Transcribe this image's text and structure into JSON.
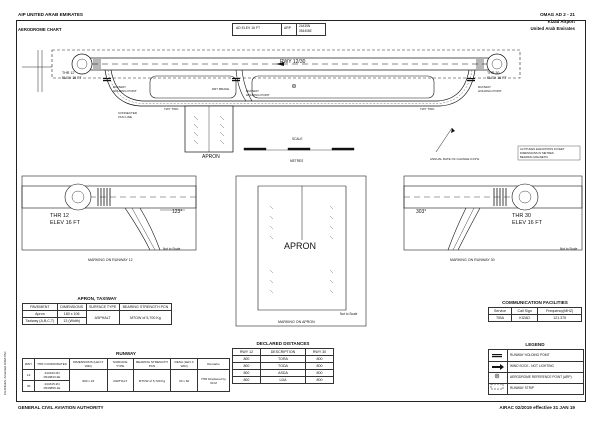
{
  "header": {
    "left_title": "AIP UNITED ARAB EMIRATES",
    "right_code": "OMAG  AD  2 - 21",
    "chart_title": "AERODROME CHART",
    "airport": "Kizad Airport",
    "country": "United Arab Emirates",
    "elev_box": {
      "label": "AD ELEV 16 FT",
      "arp_label": "ARP",
      "arp_coords": [
        "24435N",
        "054406E"
      ]
    }
  },
  "main_chart": {
    "runway_label": "RWY 12/30",
    "thr12": "THR 12",
    "elev12": "ELEV 16 FT",
    "thr30": "THR 30",
    "elev30": "ELEV 16 FT",
    "holding_left": [
      "RUNWAY",
      "HOLDING POINT"
    ],
    "holding_mid": [
      "RUNWAY",
      "HOLDING POINT"
    ],
    "holding_right": [
      "RUNWAY",
      "HOLDING POINT"
    ],
    "connected": [
      "CONNECTED",
      "TAXI LINE"
    ],
    "dry_label": "DRY BRAKE",
    "twy_label": "TWY TWO",
    "apron_label": "APRON",
    "scale_label": "SCALE",
    "metres_label": "METRES",
    "north_label": "RWY 30",
    "notes": [
      "ALTITUDES ELEVATIONS IN FEET",
      "DIMENSIONS IN METRES",
      "BEARING MAGNETIC"
    ],
    "not_to_scale": "ANNUAL RATE OF CHANGE 0.03°E"
  },
  "insets": {
    "left": {
      "thr": "THR 12",
      "elev": "ELEV 16 FT",
      "bearing": "123°",
      "not_to_scale": "Not to Scale",
      "caption": "MARKING ON RUNWAY 12"
    },
    "mid": {
      "apron": "APRON",
      "not_to_scale": "Not to Scale",
      "caption": "MARKING ON APRON"
    },
    "right": {
      "thr": "THR 30",
      "elev": "ELEV 16 FT",
      "bearing": "303°",
      "not_to_scale": "Not to Scale",
      "caption": "MARKING ON RUNWAY 30"
    }
  },
  "apron_table": {
    "title": "APRON, TAXIWAY",
    "headers": [
      "PAVEMENT",
      "DIMENSIONS",
      "SURFACE TYPE",
      "BEARING STRENGTH PCN"
    ],
    "rows": [
      [
        "Apron",
        "180 x 106",
        "ASPHALT",
        "MTOW of 5,700 Kg"
      ],
      [
        "Taxiway (A,B,C,T)",
        "13 (Width)",
        "",
        ""
      ]
    ]
  },
  "comm_table": {
    "title": "COMMUNICATION FACILITIES",
    "headers": [
      "Service",
      "Call Sign",
      "Frequency(MHZ)"
    ],
    "rows": [
      [
        "TIBA",
        "KIZAD",
        "121.375"
      ]
    ]
  },
  "runway_table": {
    "title": "RUNWAY",
    "headers": [
      "RWY",
      "THR COORDINATES",
      "DIMENSIONS (LEN X WID)",
      "SURFACE TYPE",
      "BEARING STRENGTH PCN",
      "RESA (LEN X WID)",
      "Remarks"
    ],
    "rows": [
      [
        "12",
        "244343.0N 0543843.4E",
        "800 x 23",
        "ASPHALT",
        "MTOW of 5,700 Kg",
        "30 x 60",
        "THR Displaced by 30 M"
      ],
      [
        "30",
        "244315.2N 0543859.1E",
        "",
        "",
        "",
        "",
        ""
      ]
    ]
  },
  "declared_table": {
    "title": "DECLARED DISTANCES",
    "headers": [
      "RWY 12",
      "DESCRIPTION",
      "RWY 30"
    ],
    "rows": [
      [
        "800",
        "TORA",
        "800"
      ],
      [
        "800",
        "TODA",
        "800"
      ],
      [
        "800",
        "ASDA",
        "800"
      ],
      [
        "800",
        "LDA",
        "800"
      ]
    ]
  },
  "legend": {
    "title": "LEGEND",
    "items": [
      "RUNWAY HOLDING POINT",
      "WIND SOCK - NOT LIGHTING",
      "AERODROME REFERENCE POINT (ARP)",
      "RUNWAY STRIP"
    ]
  },
  "side_text": "CHANGES: Amended GSM PAC",
  "footer": {
    "left": "GENERAL CIVIL AVIATION AUTHORITY",
    "right": "AIRAC 02/2019 effective 31 JAN 19"
  }
}
